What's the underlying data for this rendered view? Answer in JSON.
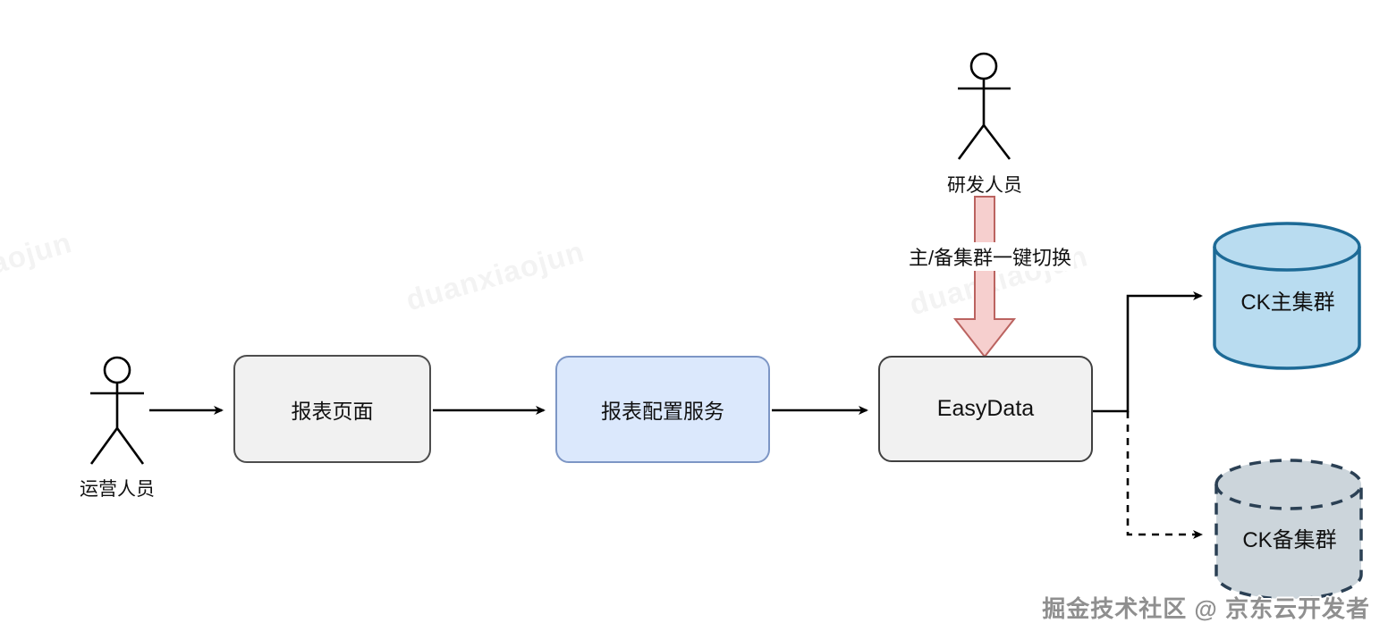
{
  "diagram": {
    "actors": [
      {
        "id": "operations",
        "label": "运营人员"
      },
      {
        "id": "developer",
        "label": "研发人员"
      }
    ],
    "nodes": [
      {
        "id": "report-page",
        "label": "报表页面",
        "fill": "#f1f1f1",
        "border": "#4d4d4d"
      },
      {
        "id": "report-config-service",
        "label": "报表配置服务",
        "fill": "#dbe8fc",
        "border": "#7d96c5"
      },
      {
        "id": "easydata",
        "label": "EasyData",
        "fill": "#f1f1f1",
        "border": "#404040"
      }
    ],
    "databases": [
      {
        "id": "ck-primary",
        "label": "CK主集群",
        "fill": "#b9dcf0",
        "border": "#1d6a96",
        "border_style": "solid"
      },
      {
        "id": "ck-backup",
        "label": "CK备集群",
        "fill": "#ccd5db",
        "border": "#2b4054",
        "border_style": "dashed"
      }
    ],
    "annotations": {
      "switch_label": "主/备集群一键切换",
      "switch_arrow_fill": "#f6cfce",
      "switch_arrow_border": "#bb6360"
    },
    "edges": [
      {
        "from": "operations",
        "to": "report-page",
        "style": "solid"
      },
      {
        "from": "report-page",
        "to": "report-config-service",
        "style": "solid"
      },
      {
        "from": "report-config-service",
        "to": "easydata",
        "style": "solid"
      },
      {
        "from": "easydata",
        "to": "ck-primary",
        "style": "solid"
      },
      {
        "from": "easydata",
        "to": "ck-backup",
        "style": "dashed"
      },
      {
        "from": "developer",
        "to": "easydata",
        "style": "block-red"
      }
    ],
    "watermark": {
      "text": "duanxiaojun"
    },
    "credit": "掘金技术社区 @ 京东云开发者"
  }
}
